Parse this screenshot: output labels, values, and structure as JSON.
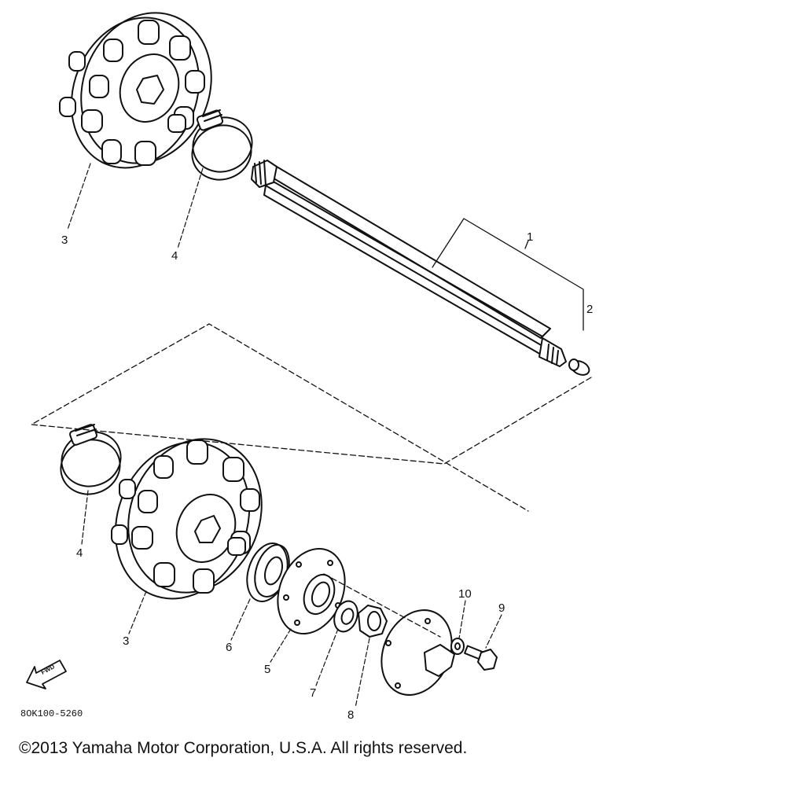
{
  "diagram": {
    "drawing_code": "8OK100-5260",
    "fwd_label": "FWD",
    "callouts": {
      "shaft": "1",
      "plug": "2",
      "sprocket_upper": "3",
      "clamp_upper": "4",
      "clamp_lower": "4",
      "sprocket_lower": "3",
      "bearing": "6",
      "housing": "5",
      "washer": "7",
      "nut": "8",
      "bolt": "9",
      "lock_washer": "10"
    }
  },
  "footer": {
    "copyright": "©2013 Yamaha Motor Corporation, U.S.A. All rights reserved."
  },
  "colors": {
    "ink": "#111111",
    "paper": "#ffffff"
  }
}
